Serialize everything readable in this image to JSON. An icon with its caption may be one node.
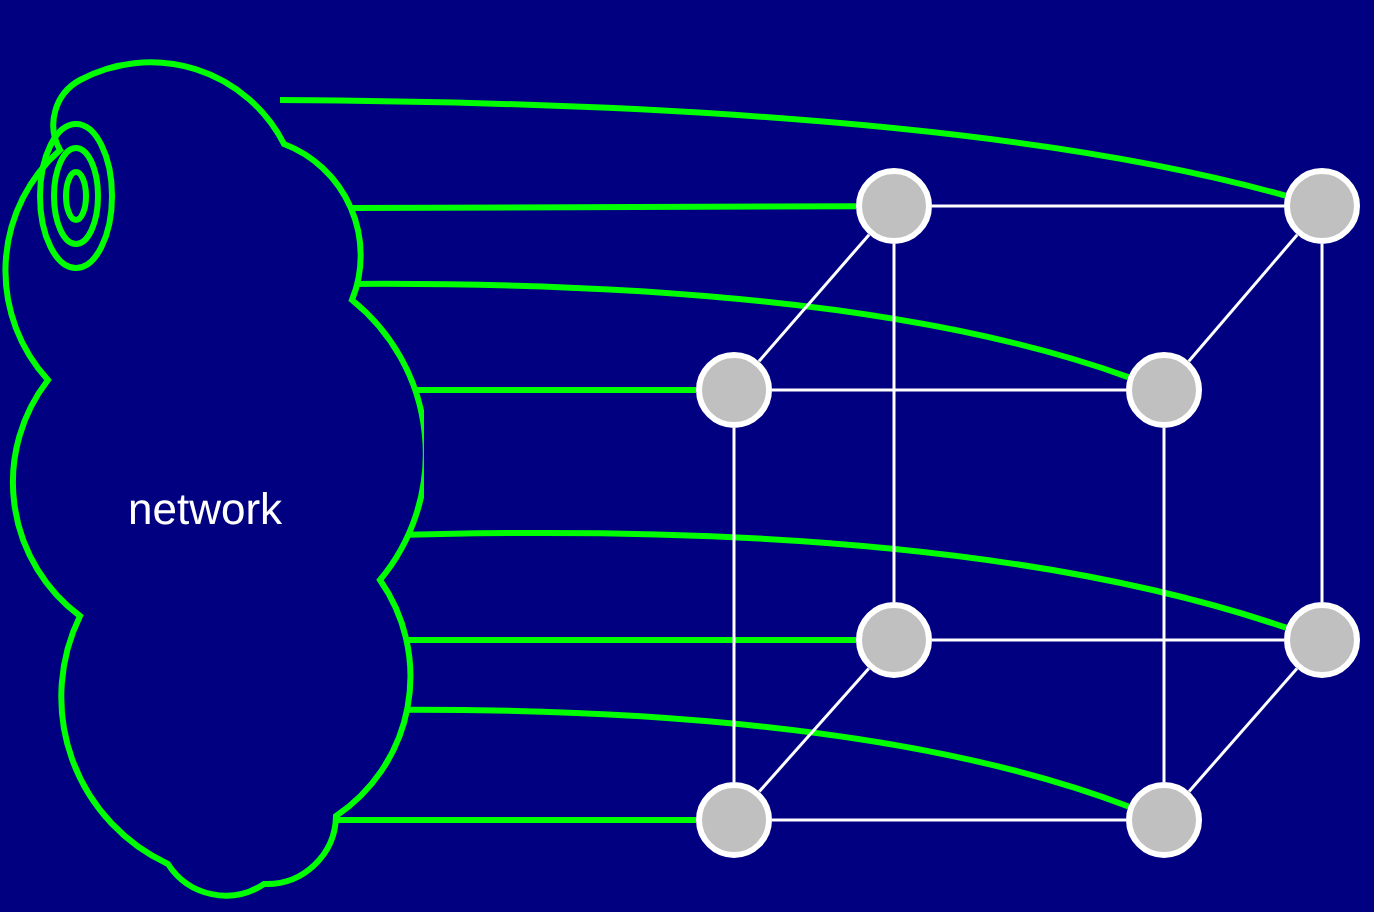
{
  "diagram": {
    "nodes": [
      {
        "text": [
          "network"
        ]
      },
      {
        "text": [],
        "shape": "circle"
      },
      {
        "text": [],
        "shape": "circle"
      },
      {
        "text": [],
        "shape": "circle"
      },
      {
        "text": [],
        "shape": "circle"
      },
      {
        "text": [],
        "shape": "circle"
      },
      {
        "text": [],
        "shape": "circle"
      },
      {
        "text": [],
        "shape": "circle"
      },
      {
        "text": [],
        "shape": "circle"
      }
    ],
    "edges": [
      {
        "from": 0,
        "to": 2,
        "arrow": "none",
        "style": "thick",
        "color": "#00ff00"
      },
      {
        "from": 0,
        "to": 1,
        "arrow": "none",
        "style": "thick",
        "color": "#00ff00"
      },
      {
        "from": 0,
        "to": 4,
        "arrow": "none",
        "style": "thick",
        "color": "#00ff00"
      },
      {
        "from": 0,
        "to": 3,
        "arrow": "none",
        "style": "thick",
        "color": "#00ff00"
      },
      {
        "from": 0,
        "to": 6,
        "arrow": "none",
        "style": "thick",
        "color": "#00ff00"
      },
      {
        "from": 0,
        "to": 5,
        "arrow": "none",
        "style": "thick",
        "color": "#00ff00"
      },
      {
        "from": 0,
        "to": 8,
        "arrow": "none",
        "style": "thick",
        "color": "#00ff00"
      },
      {
        "from": 0,
        "to": 7,
        "arrow": "none",
        "style": "thick",
        "color": "#00ff00"
      },
      {
        "from": 1,
        "to": 2,
        "arrow": "none"
      },
      {
        "from": 1,
        "to": 3,
        "arrow": "none"
      },
      {
        "from": 2,
        "to": 4,
        "arrow": "none"
      },
      {
        "from": 3,
        "to": 4,
        "arrow": "none"
      },
      {
        "from": 1,
        "to": 5,
        "arrow": "none"
      },
      {
        "from": 2,
        "to": 6,
        "arrow": "none"
      },
      {
        "from": 3,
        "to": 7,
        "arrow": "none"
      },
      {
        "from": 4,
        "to": 8,
        "arrow": "none"
      },
      {
        "from": 5,
        "to": 6,
        "arrow": "none"
      },
      {
        "from": 5,
        "to": 7,
        "arrow": "none"
      },
      {
        "from": 6,
        "to": 8,
        "arrow": "none"
      },
      {
        "from": 7,
        "to": 8,
        "arrow": "none"
      }
    ]
  }
}
